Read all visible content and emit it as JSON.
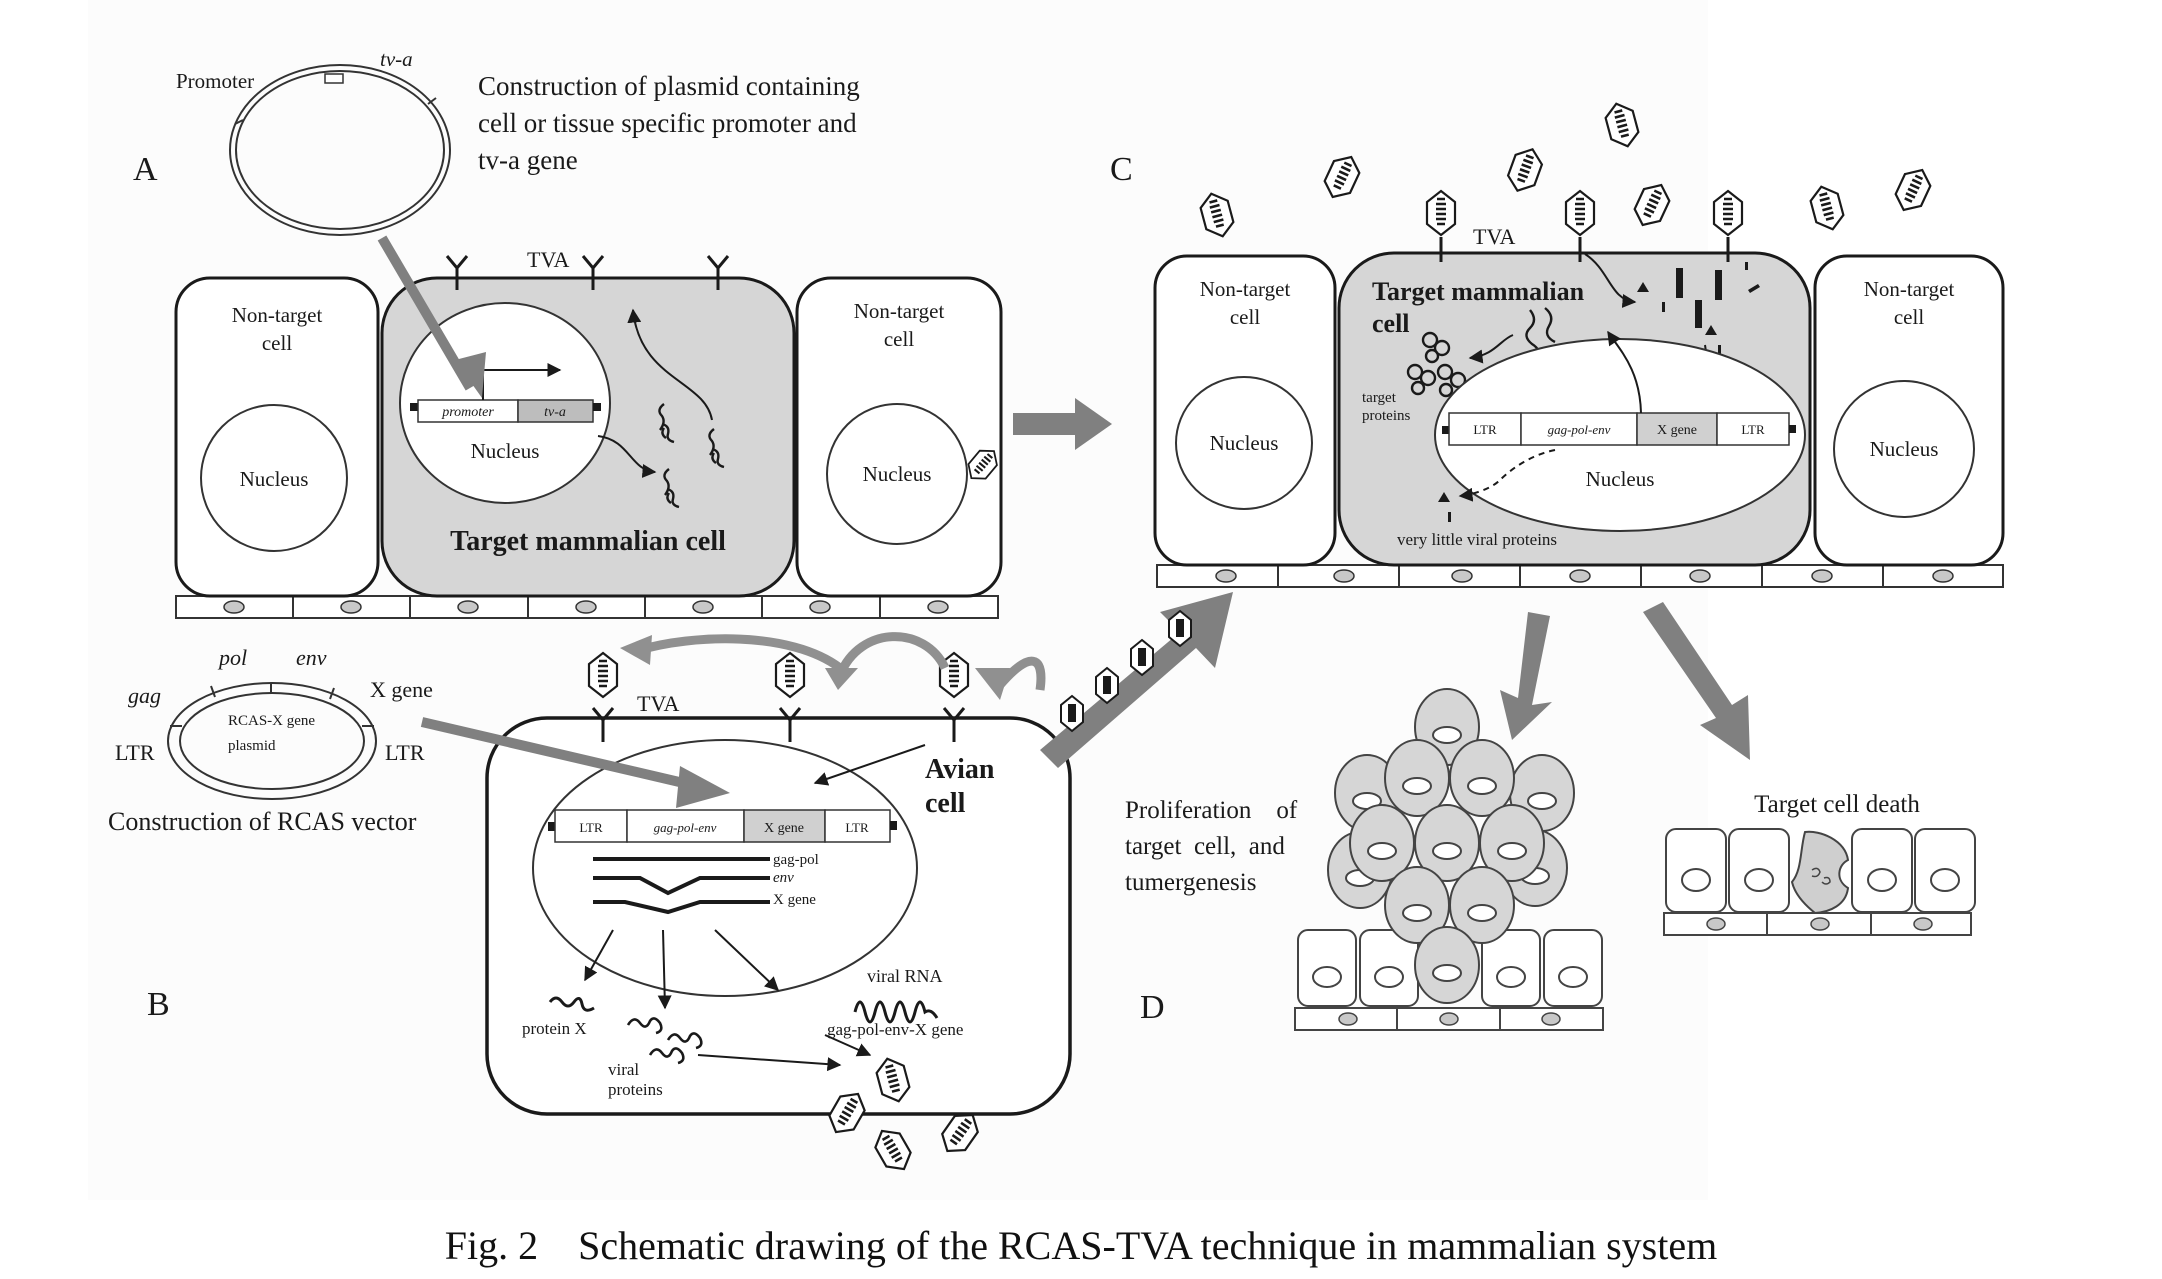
{
  "figure": {
    "caption": "Fig. 2    Schematic drawing of the RCAS-TVA technique in mammalian system",
    "colors": {
      "cell_fill_target": "#d6d6d6",
      "arrow_gray": "#808080",
      "outline": "#1a1a1a",
      "background_panel": "#fcfcfc"
    }
  },
  "panel_a": {
    "label": "A",
    "plasmid": {
      "promoter_label": "Promoter",
      "tva_label": "tv-a"
    },
    "description": [
      "Construction of plasmid containing",
      "cell or tissue specific promoter and",
      "tv-a gene"
    ],
    "tva_label": "TVA",
    "non_target_label_1": "Non-target",
    "non_target_label_2": "cell",
    "nucleus_label": "Nucleus",
    "gene_box": {
      "promoter": "promoter",
      "tva": "tv-a"
    },
    "target_cell_label": "Target mammalian cell"
  },
  "panel_b": {
    "label": "B",
    "plasmid": {
      "gag": "gag",
      "pol": "pol",
      "env": "env",
      "x_gene": "X gene",
      "ltr_left": "LTR",
      "ltr_right": "LTR",
      "center_1": "RCAS-X gene",
      "center_2": "plasmid"
    },
    "description": "Construction of RCAS vector",
    "tva_label": "TVA",
    "cell_label_1": "Avian",
    "cell_label_2": "cell",
    "gene_box": {
      "ltr_left": "LTR",
      "gagpolenv": "gag-pol-env",
      "xgene": "X gene",
      "ltr_right": "LTR"
    },
    "transcripts": [
      "gag-pol",
      "env",
      "X gene"
    ],
    "protein_x": "protein X",
    "viral_proteins_1": "viral",
    "viral_proteins_2": "proteins",
    "viral_rna": "viral RNA",
    "viral_rna_genes": "gag-pol-env-X gene"
  },
  "panel_c": {
    "label": "C",
    "tva_label": "TVA",
    "non_target_label_1": "Non-target",
    "non_target_label_2": "cell",
    "nucleus_label": "Nucleus",
    "target_cell_label_1": "Target mammalian",
    "target_cell_label_2": "cell",
    "target_proteins_1": "target",
    "target_proteins_2": "proteins",
    "gene_box": {
      "ltr_left": "LTR",
      "gagpolenv": "gag-pol-env",
      "xgene": "X gene",
      "ltr_right": "LTR"
    },
    "very_little": "very little viral proteins"
  },
  "panel_d": {
    "label": "D",
    "proliferation": [
      "Proliferation    of",
      "target  cell,  and",
      "tumergenesis"
    ],
    "cell_death": "Target cell death"
  }
}
